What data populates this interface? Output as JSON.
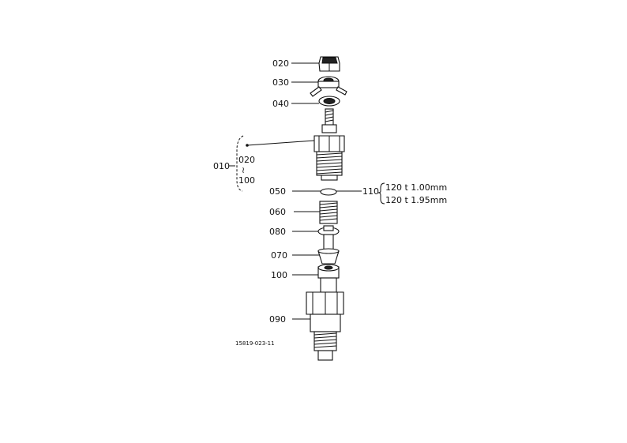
{
  "labels": {
    "p020": "020",
    "p030": "030",
    "p040": "040",
    "p010": "010",
    "p010_range_start": "020",
    "p010_range_sep": "≀",
    "p010_range_end": "100",
    "p050": "050",
    "p110": "110",
    "p110_opt1": "120 t 1.00mm",
    "p110_opt2": "120 t 1.95mm",
    "p060": "060",
    "p080": "080",
    "p070": "070",
    "p100": "100",
    "p090": "090"
  },
  "reference_code": "15819-023-11"
}
